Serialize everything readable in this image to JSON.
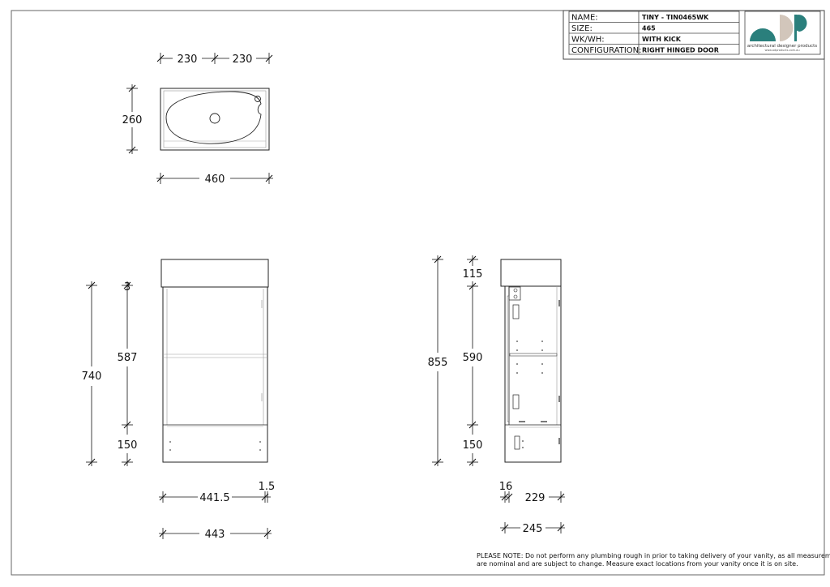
{
  "title_block": {
    "rows": [
      {
        "label": "NAME:",
        "value": "TINY - TIN0465WK"
      },
      {
        "label": "SIZE:",
        "value": "465"
      },
      {
        "label": "WK/WH:",
        "value": "WITH KICK"
      },
      {
        "label": "CONFIGURATION:",
        "value": "RIGHT HINGED DOOR"
      }
    ],
    "logo_text": "architectural designer products",
    "logo_url": "www.adproducts.com.au",
    "logo_colors": [
      "#2a7f7c",
      "#d2c6bb"
    ]
  },
  "top_view": {
    "dim_left": "230",
    "dim_right": "230",
    "dim_depth": "260",
    "dim_width": "460"
  },
  "front_view": {
    "dim_total": "740",
    "dim_gap": "3",
    "dim_door": "587",
    "dim_kick": "150",
    "dim_inner": "441.5",
    "dim_offset": "1.5",
    "dim_width": "443"
  },
  "side_view": {
    "dim_total": "855",
    "dim_top": "115",
    "dim_body": "590",
    "dim_kick": "150",
    "dim_panel": "16",
    "dim_inner": "229",
    "dim_depth": "245"
  },
  "note": {
    "line1": "PLEASE NOTE: Do not perform any plumbing rough in prior to taking delivery of your vanity, as all measurements",
    "line2": "are nominal and are subject to change. Measure exact locations from your vanity once it is on site."
  }
}
